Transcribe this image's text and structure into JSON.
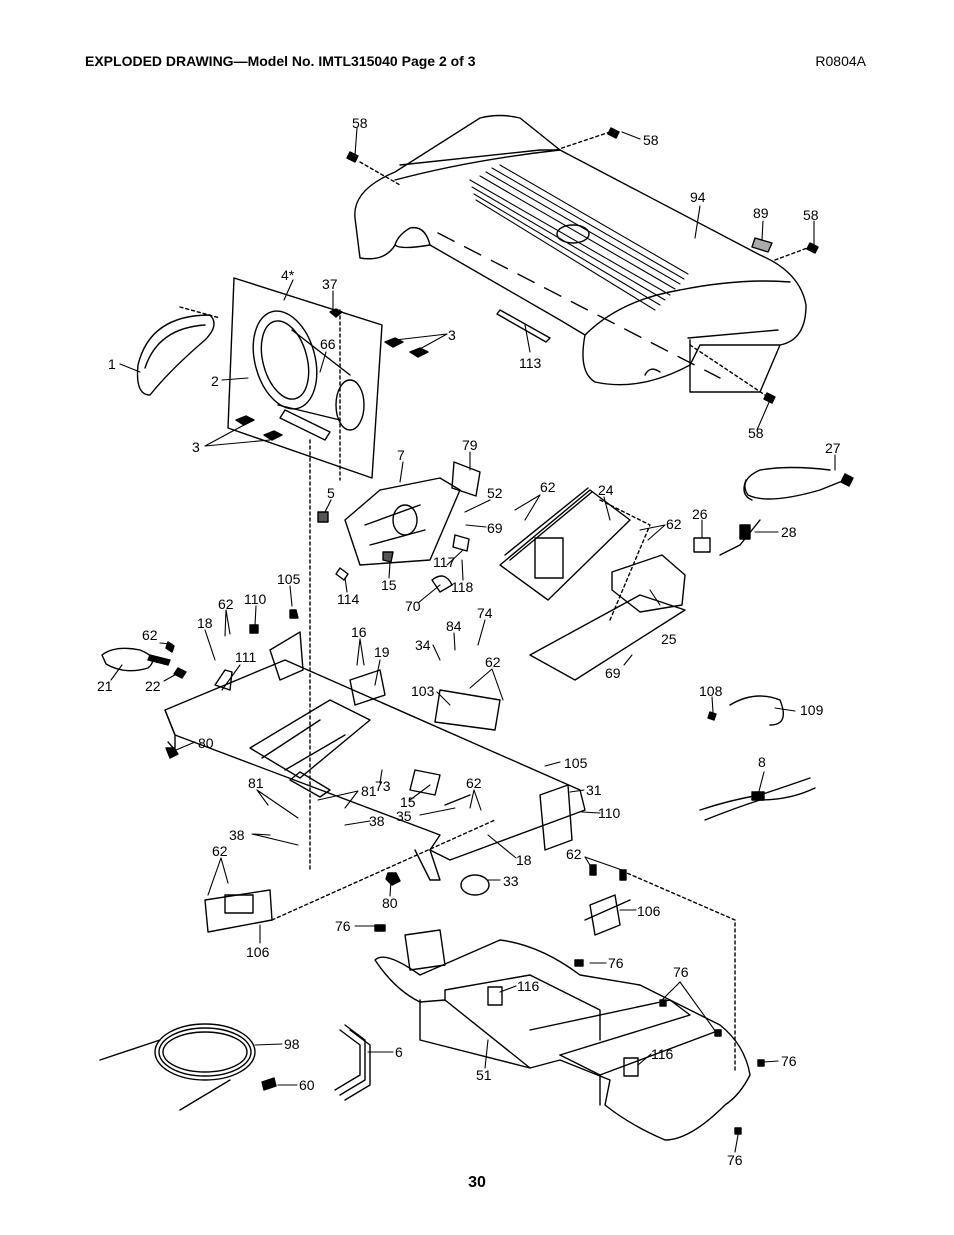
{
  "header": {
    "title": "EXPLODED DRAWING—Model No. IMTL315040 Page 2 of 3",
    "code": "R0804A"
  },
  "callouts": [
    {
      "id": "c-58-top",
      "text": "58"
    },
    {
      "id": "c-58-tr",
      "text": "58"
    },
    {
      "id": "c-94",
      "text": "94"
    },
    {
      "id": "c-89",
      "text": "89"
    },
    {
      "id": "c-58-right",
      "text": "58"
    },
    {
      "id": "c-4",
      "text": "4*"
    },
    {
      "id": "c-37",
      "text": "37"
    },
    {
      "id": "c-3-upper",
      "text": "3"
    },
    {
      "id": "c-66",
      "text": "66"
    },
    {
      "id": "c-1",
      "text": "1"
    },
    {
      "id": "c-2",
      "text": "2"
    },
    {
      "id": "c-113",
      "text": "113"
    },
    {
      "id": "c-58-bottom",
      "text": "58"
    },
    {
      "id": "c-3-lower",
      "text": "3"
    },
    {
      "id": "c-79",
      "text": "79"
    },
    {
      "id": "c-7",
      "text": "7"
    },
    {
      "id": "c-27",
      "text": "27"
    },
    {
      "id": "c-5",
      "text": "5"
    },
    {
      "id": "c-52",
      "text": "52"
    },
    {
      "id": "c-62-a",
      "text": "62"
    },
    {
      "id": "c-24",
      "text": "24"
    },
    {
      "id": "c-69-a",
      "text": "69"
    },
    {
      "id": "c-62-b",
      "text": "62"
    },
    {
      "id": "c-26",
      "text": "26"
    },
    {
      "id": "c-28",
      "text": "28"
    },
    {
      "id": "c-117",
      "text": "117"
    },
    {
      "id": "c-15-a",
      "text": "15"
    },
    {
      "id": "c-118",
      "text": "118"
    },
    {
      "id": "c-114",
      "text": "114"
    },
    {
      "id": "c-70",
      "text": "70"
    },
    {
      "id": "c-105-a",
      "text": "105"
    },
    {
      "id": "c-110-a",
      "text": "110"
    },
    {
      "id": "c-62-c",
      "text": "62"
    },
    {
      "id": "c-74",
      "text": "74"
    },
    {
      "id": "c-18-a",
      "text": "18"
    },
    {
      "id": "c-16",
      "text": "16"
    },
    {
      "id": "c-84",
      "text": "84"
    },
    {
      "id": "c-62-d",
      "text": "62"
    },
    {
      "id": "c-34",
      "text": "34"
    },
    {
      "id": "c-25",
      "text": "25"
    },
    {
      "id": "c-111",
      "text": "111"
    },
    {
      "id": "c-19",
      "text": "19"
    },
    {
      "id": "c-62-e",
      "text": "62"
    },
    {
      "id": "c-21",
      "text": "21"
    },
    {
      "id": "c-22",
      "text": "22"
    },
    {
      "id": "c-103",
      "text": "103"
    },
    {
      "id": "c-69-b",
      "text": "69"
    },
    {
      "id": "c-108",
      "text": "108"
    },
    {
      "id": "c-109",
      "text": "109"
    },
    {
      "id": "c-80-a",
      "text": "80"
    },
    {
      "id": "c-105-b",
      "text": "105"
    },
    {
      "id": "c-8",
      "text": "8"
    },
    {
      "id": "c-81-a",
      "text": "81"
    },
    {
      "id": "c-73",
      "text": "73"
    },
    {
      "id": "c-62-f",
      "text": "62"
    },
    {
      "id": "c-31",
      "text": "31"
    },
    {
      "id": "c-81-b",
      "text": "81"
    },
    {
      "id": "c-15-b",
      "text": "15"
    },
    {
      "id": "c-110-b",
      "text": "110"
    },
    {
      "id": "c-35",
      "text": "35"
    },
    {
      "id": "c-38-a",
      "text": "38"
    },
    {
      "id": "c-38-b",
      "text": "38"
    },
    {
      "id": "c-62-g",
      "text": "62"
    },
    {
      "id": "c-18-b",
      "text": "18"
    },
    {
      "id": "c-62-h",
      "text": "62"
    },
    {
      "id": "c-33",
      "text": "33"
    },
    {
      "id": "c-80-b",
      "text": "80"
    },
    {
      "id": "c-106-a",
      "text": "106"
    },
    {
      "id": "c-106-b",
      "text": "106"
    },
    {
      "id": "c-76-a",
      "text": "76"
    },
    {
      "id": "c-76-b",
      "text": "76"
    },
    {
      "id": "c-76-c",
      "text": "76"
    },
    {
      "id": "c-116-a",
      "text": "116"
    },
    {
      "id": "c-98",
      "text": "98"
    },
    {
      "id": "c-6",
      "text": "6"
    },
    {
      "id": "c-51",
      "text": "51"
    },
    {
      "id": "c-116-b",
      "text": "116"
    },
    {
      "id": "c-76-d",
      "text": "76"
    },
    {
      "id": "c-60",
      "text": "60"
    },
    {
      "id": "c-76-e",
      "text": "76"
    }
  ],
  "footer": {
    "page_number": "30"
  }
}
